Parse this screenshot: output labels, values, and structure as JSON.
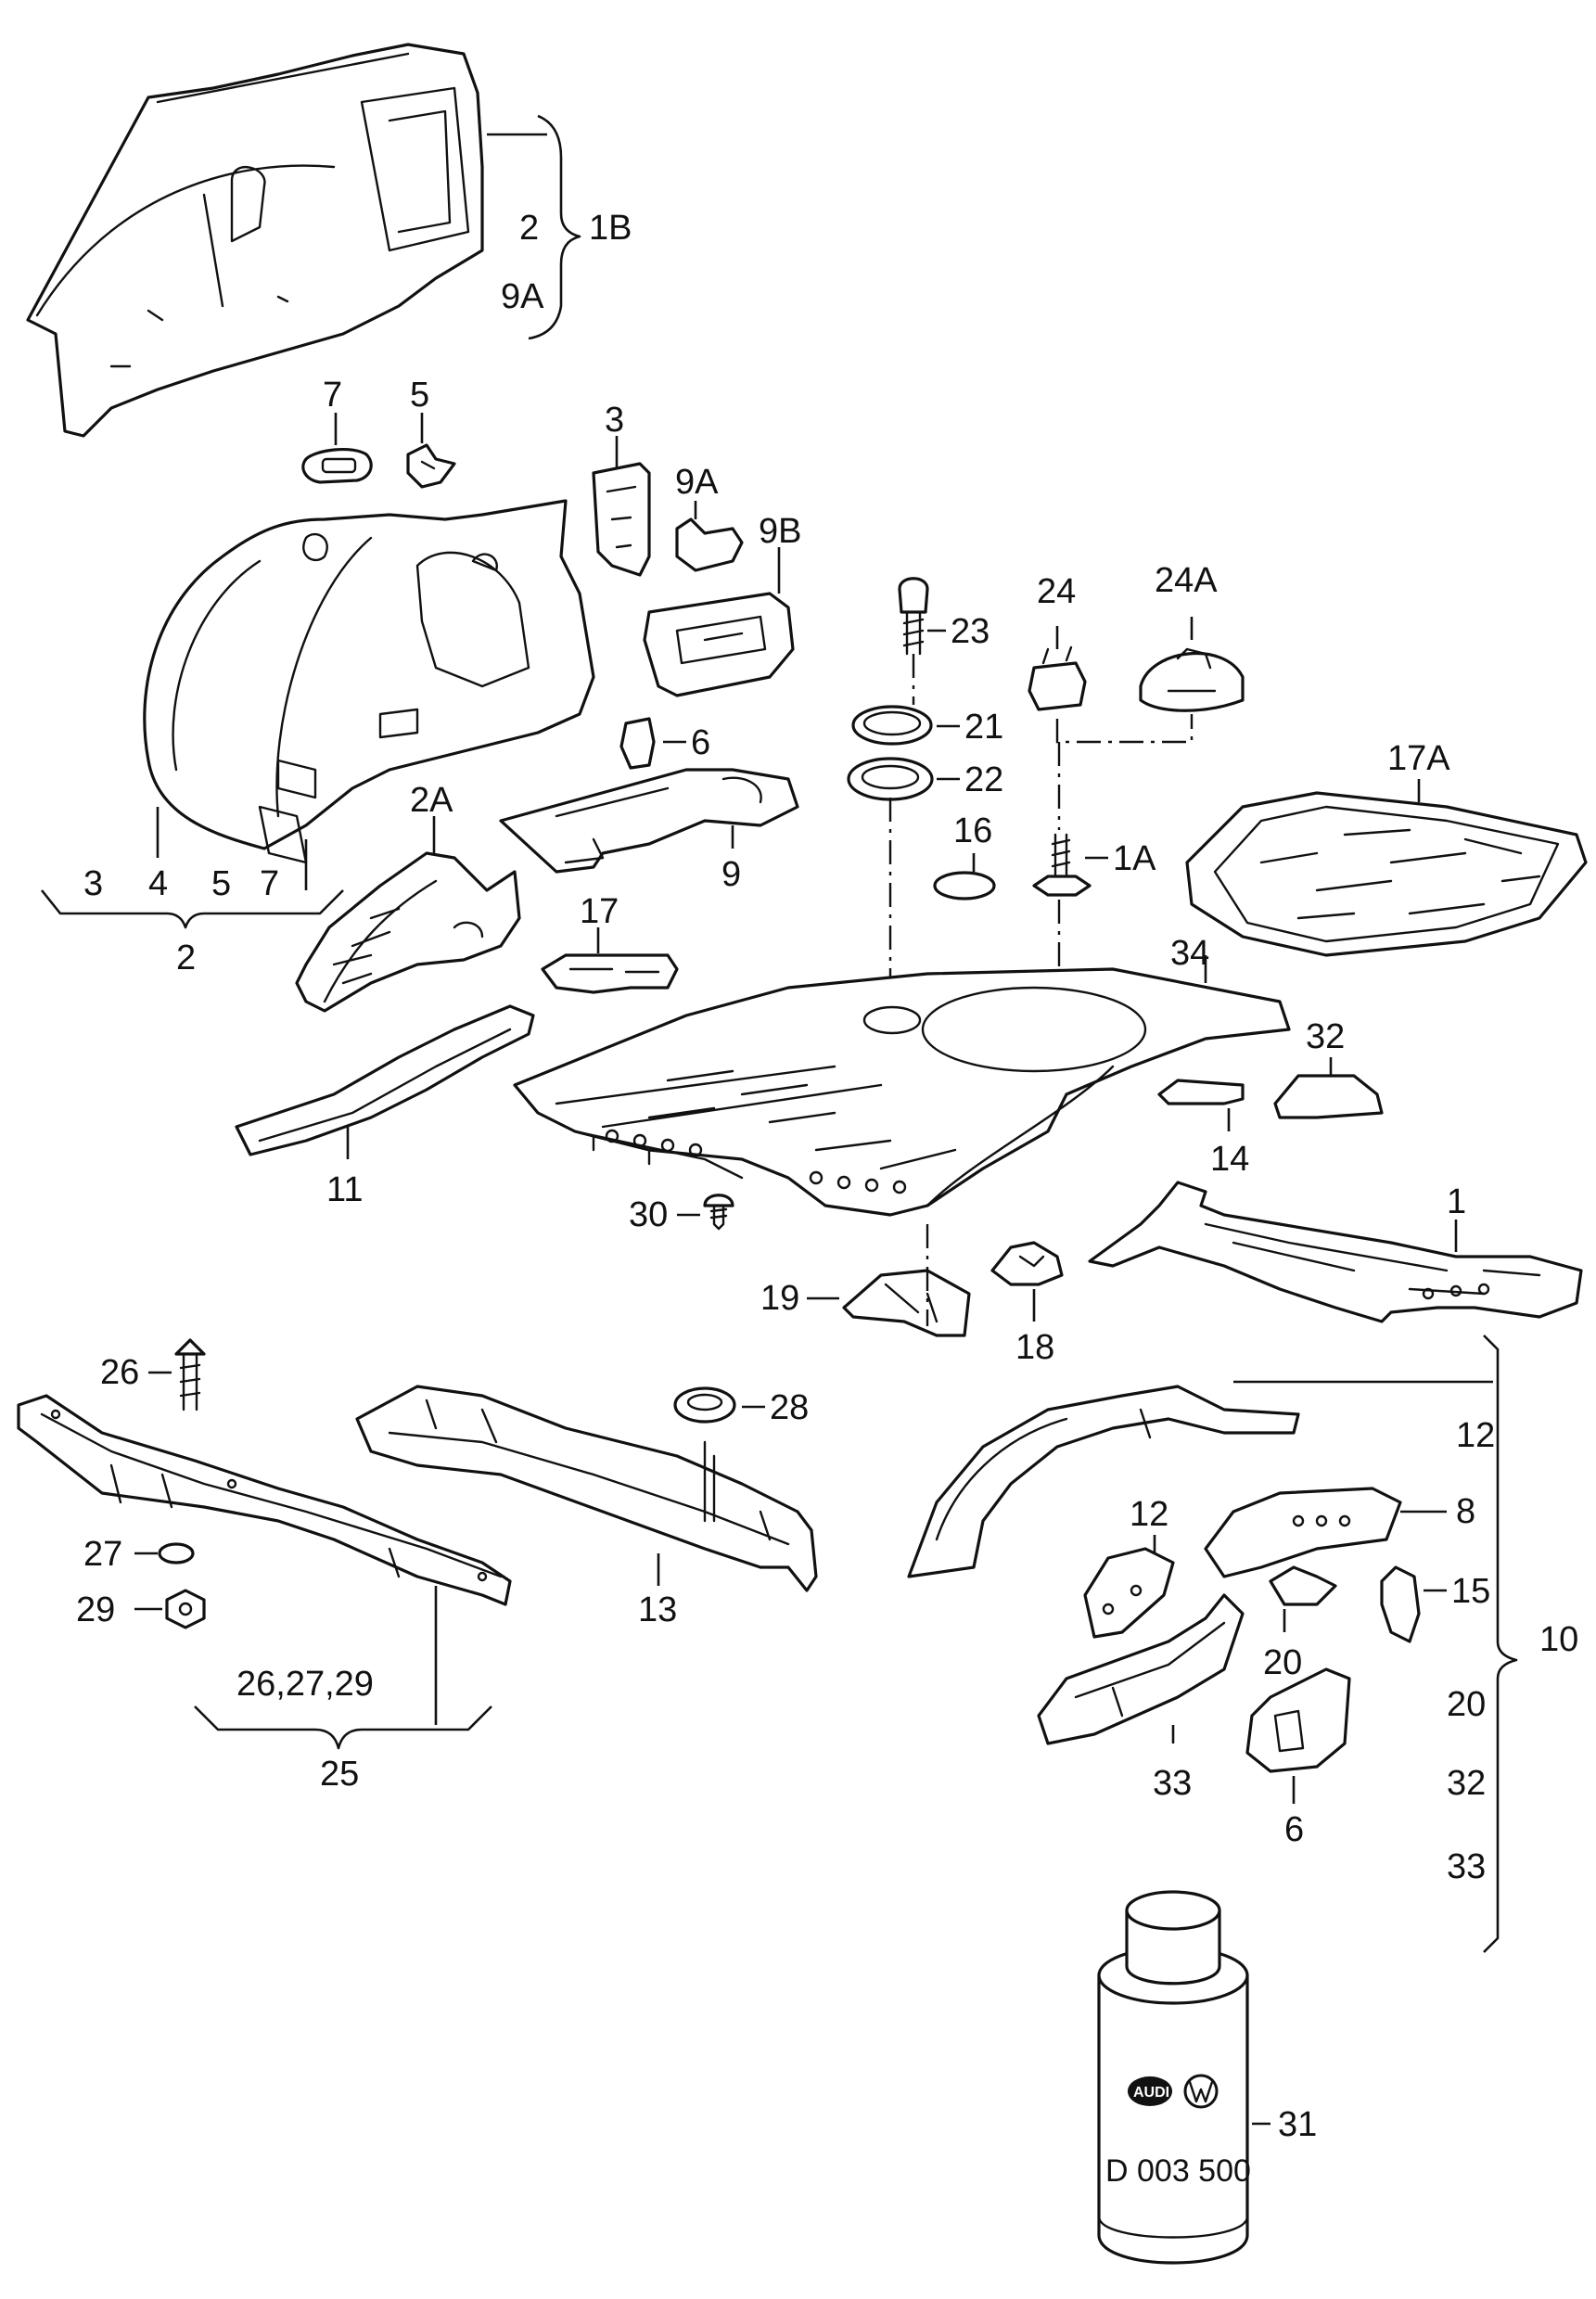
{
  "diagram": {
    "labels": {
      "l_2_top": "2",
      "l_1B": "1B",
      "l_9A_top": "9A",
      "l_7": "7",
      "l_5": "5",
      "l_3_top": "3",
      "l_9A": "9A",
      "l_9B": "9B",
      "l_23": "23",
      "l_24": "24",
      "l_24A": "24A",
      "l_21": "21",
      "l_22": "22",
      "l_6_top": "6",
      "l_9": "9",
      "l_2A": "2A",
      "l_16": "16",
      "l_1A": "1A",
      "l_17A": "17A",
      "l_17": "17",
      "l_34": "34",
      "l_32": "32",
      "l_14": "14",
      "l_11": "11",
      "l_30": "30",
      "l_1": "1",
      "l_19": "19",
      "l_18": "18",
      "l_26": "26",
      "l_28": "28",
      "l_27": "27",
      "l_29": "29",
      "l_13": "13",
      "l_12_right": "12",
      "l_12_mid": "12",
      "l_8": "8",
      "l_15": "15",
      "l_10": "10",
      "l_20_mid": "20",
      "l_20_right": "20",
      "l_33_mid": "33",
      "l_32_right": "32",
      "l_33_right": "33",
      "l_6_bottom": "6",
      "l_25": "25",
      "l_26_27_29": "26,27,29",
      "l_31": "31",
      "l_3_row": "3",
      "l_4_row": "4",
      "l_5_row": "5",
      "l_7_row": "7",
      "l_2_row": "2"
    },
    "can": {
      "part_number": "D 003 500",
      "logo_left": "AUDI"
    }
  }
}
